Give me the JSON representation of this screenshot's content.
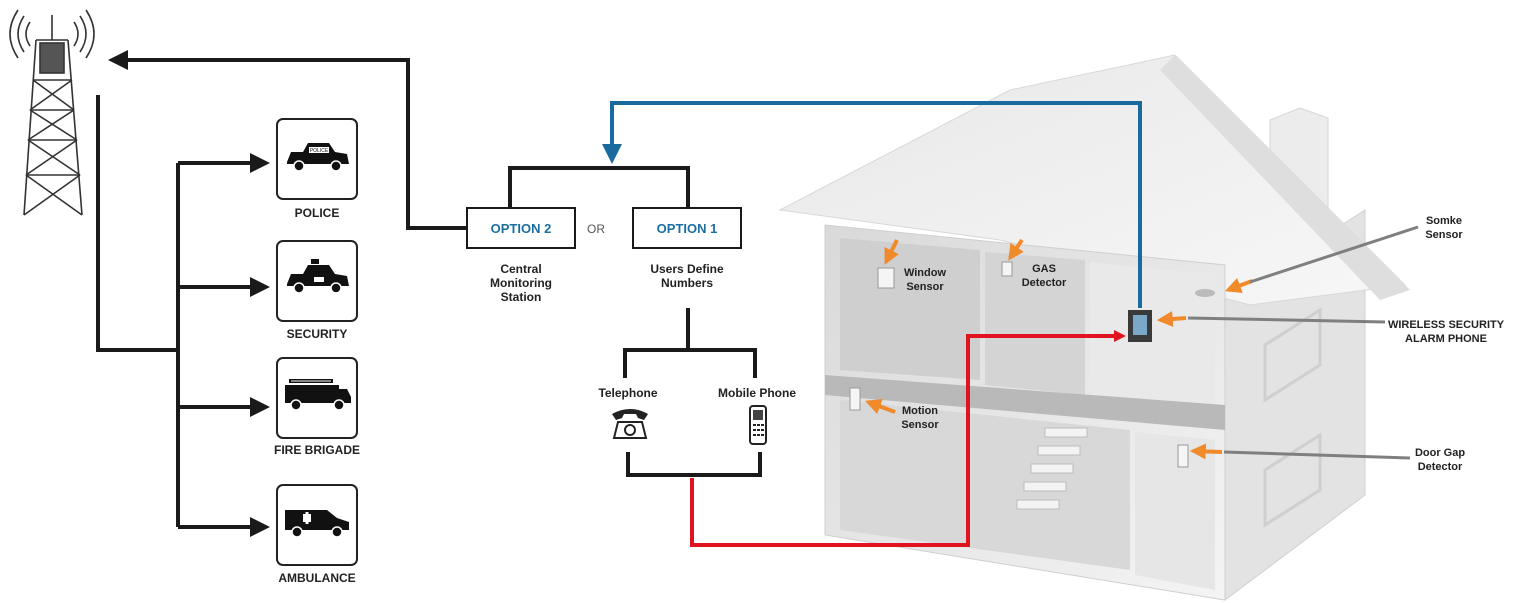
{
  "options": {
    "option2": "OPTION 2",
    "or": "OR",
    "option1": "OPTION 1",
    "option2_caption": "Central\nMonitoring\nStation",
    "option1_caption": "Users Define\nNumbers"
  },
  "devices": {
    "telephone": "Telephone",
    "mobile": "Mobile Phone"
  },
  "services": [
    {
      "label": "POLICE",
      "icon": "police-car-icon",
      "sign": "POLICE"
    },
    {
      "label": "SECURITY",
      "icon": "security-car-icon",
      "sign": ""
    },
    {
      "label": "FIRE BRIGADE",
      "icon": "fire-truck-icon",
      "sign": ""
    },
    {
      "label": "AMBULANCE",
      "icon": "ambulance-icon",
      "sign": ""
    }
  ],
  "house": {
    "window_sensor": "Window\nSensor",
    "gas_detector": "GAS\nDetector",
    "motion_sensor": "Motion\nSensor",
    "smoke_sensor": "Somke\nSensor",
    "alarm_phone": "WIRELESS SECURITY\nALARM PHONE",
    "door_gap": "Door Gap\nDetector"
  },
  "colors": {
    "line_black": "#1a1a1a",
    "line_blue": "#1b6a9e",
    "line_red": "#e0141e",
    "arrow_orange": "#f08a2a",
    "option_text": "#1d6fa0"
  }
}
